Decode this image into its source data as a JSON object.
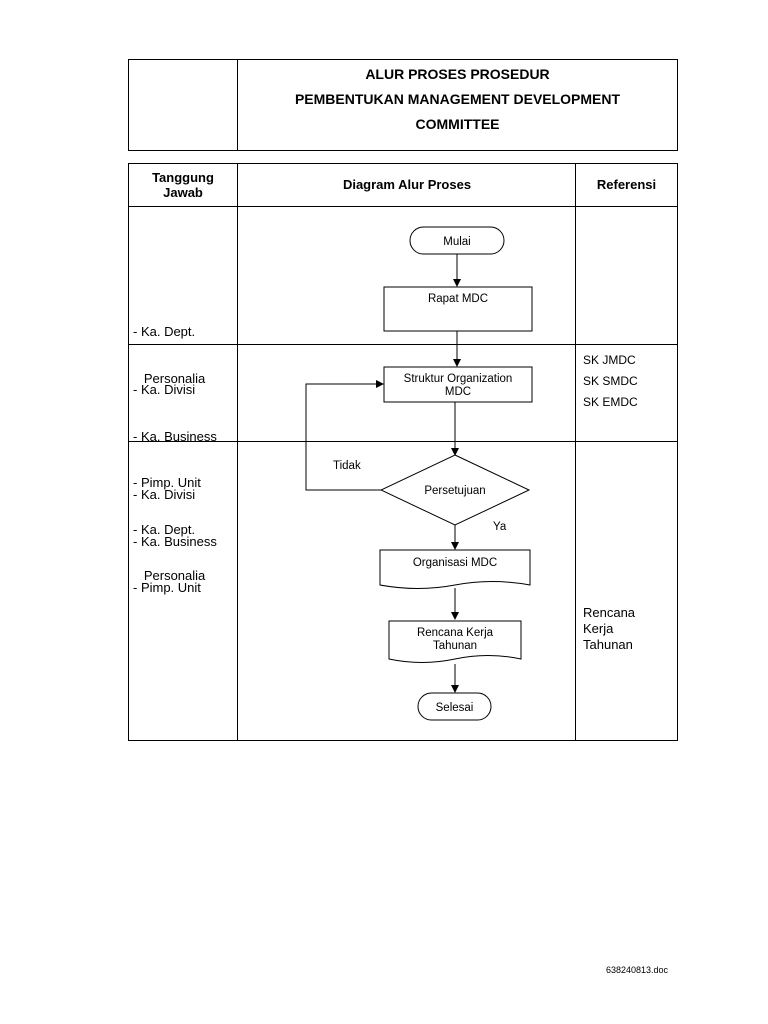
{
  "title": {
    "line1": "ALUR PROSES PROSEDUR",
    "line2": "PEMBENTUKAN MANAGEMENT DEVELOPMENT",
    "line3": "COMMITTEE"
  },
  "table": {
    "headers": {
      "responsibility": "Tanggung\nJawab",
      "diagram": "Diagram Alur Proses",
      "reference": "Referensi"
    },
    "rows": [
      {
        "responsibility": [
          "- Ka. Dept.",
          "   Personalia"
        ],
        "references": []
      },
      {
        "responsibility": [
          "- Ka. Divisi",
          "- Ka. Business",
          "- Pimp. Unit",
          "- Ka. Dept.",
          "   Personalia"
        ],
        "references": [
          "SK JMDC",
          "SK SMDC",
          "SK EMDC"
        ]
      },
      {
        "responsibility": [
          "- Ka. Divisi",
          "- Ka. Business",
          "- Pimp. Unit"
        ],
        "references": [
          "Rencana\nKerja\nTahunan"
        ]
      }
    ]
  },
  "flow": {
    "start": "Mulai",
    "step1": "Rapat MDC",
    "step2": "Struktur Organization\nMDC",
    "decision": "Persetujuan",
    "no_label": "Tidak",
    "yes_label": "Ya",
    "doc1": "Organisasi MDC",
    "doc2": "Rencana Kerja\nTahunan",
    "end": "Selesai"
  },
  "footer": "638240813.doc"
}
